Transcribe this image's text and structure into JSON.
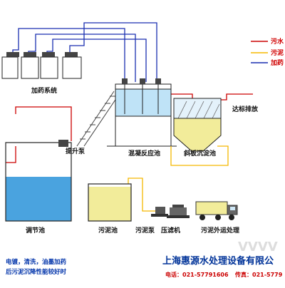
{
  "legend": {
    "sewage_label": "污水",
    "sludge_label": "污泥",
    "dosing_label": "加药",
    "colors": {
      "sewage": "#cc0000",
      "sludge": "#f5b800",
      "dosing": "#1a2fb0",
      "water": "#4aa3df",
      "sludge_fill": "#f2ec9a"
    }
  },
  "labels": {
    "dosing_system": "加药系统",
    "lift_pump": "提升泵",
    "coagulation_tank": "混凝反应池",
    "inclined_plate_settler": "斜板沉淀池",
    "discharge": "达标排放",
    "regulating_tank": "调节池",
    "sludge_tank": "污泥池",
    "sludge_pump": "污泥泵",
    "filter_press": "压滤机",
    "sludge_transport": "污泥外运处理"
  },
  "company": {
    "name": "上海惠源水处理设备有限公",
    "phone": "电话：021-57791606",
    "fax": "传真：021-5779"
  },
  "note": {
    "line1": "电镀，清洗，油墨加药",
    "line2": "后污泥沉降性能较好时"
  },
  "watermark": "VVVV"
}
